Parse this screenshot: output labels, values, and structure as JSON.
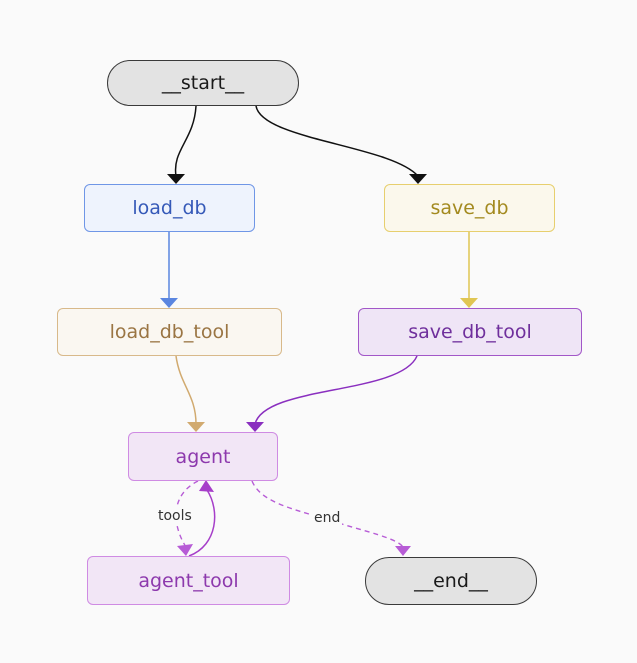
{
  "nodes": {
    "start": {
      "label": "__start__",
      "fill": "#e3e3e3",
      "border": "#3a3a3a",
      "text": "#1a1a1a"
    },
    "load_db": {
      "label": "load_db",
      "fill": "#eef3fd",
      "border": "#6f96e6",
      "text": "#3559b8"
    },
    "save_db": {
      "label": "save_db",
      "fill": "#fbf8ec",
      "border": "#e7cf6e",
      "text": "#a38a1f"
    },
    "load_db_tool": {
      "label": "load_db_tool",
      "fill": "#faf7f1",
      "border": "#d8b98a",
      "text": "#9a7543"
    },
    "save_db_tool": {
      "label": "save_db_tool",
      "fill": "#efe5f6",
      "border": "#a257c8",
      "text": "#6f2f9c"
    },
    "agent": {
      "label": "agent",
      "fill": "#f2e6f6",
      "border": "#cf8be3",
      "text": "#8d39ad"
    },
    "agent_tool": {
      "label": "agent_tool",
      "fill": "#f2e6f6",
      "border": "#cf8be3",
      "text": "#8d39ad"
    },
    "end": {
      "label": "__end__",
      "fill": "#e3e3e3",
      "border": "#3a3a3a",
      "text": "#1a1a1a"
    }
  },
  "edges": {
    "start_load_db": {
      "color": "#111111"
    },
    "start_save_db": {
      "color": "#111111"
    },
    "load_db_load_db_tool": {
      "color": "#5b86e0"
    },
    "save_db_save_db_tool": {
      "color": "#e0c653"
    },
    "load_db_tool_agent": {
      "color": "#d1aa6f"
    },
    "save_db_tool_agent": {
      "color": "#8a2fbf"
    },
    "agent_agent_tool": {
      "color": "#b75cd6",
      "label": "tools"
    },
    "agent_tool_agent": {
      "color": "#a63ec9"
    },
    "agent_end": {
      "color": "#b75cd6",
      "label": "end"
    }
  }
}
